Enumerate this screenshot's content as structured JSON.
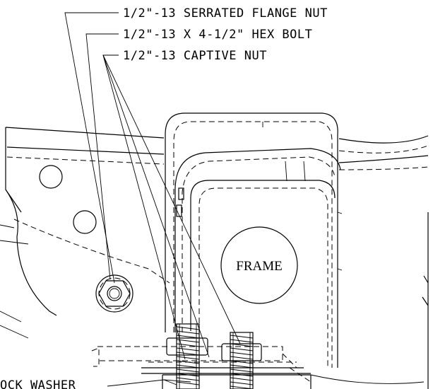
{
  "callouts": {
    "serrated_flange_nut": "1/2\"-13 SERRATED FLANGE NUT",
    "hex_bolt": "1/2\"-13 X 4-1/2\" HEX BOLT",
    "captive_nut": "1/2\"-13 CAPTIVE NUT",
    "lock_washer": "OCK WASHER"
  },
  "frame_label": "FRAME"
}
